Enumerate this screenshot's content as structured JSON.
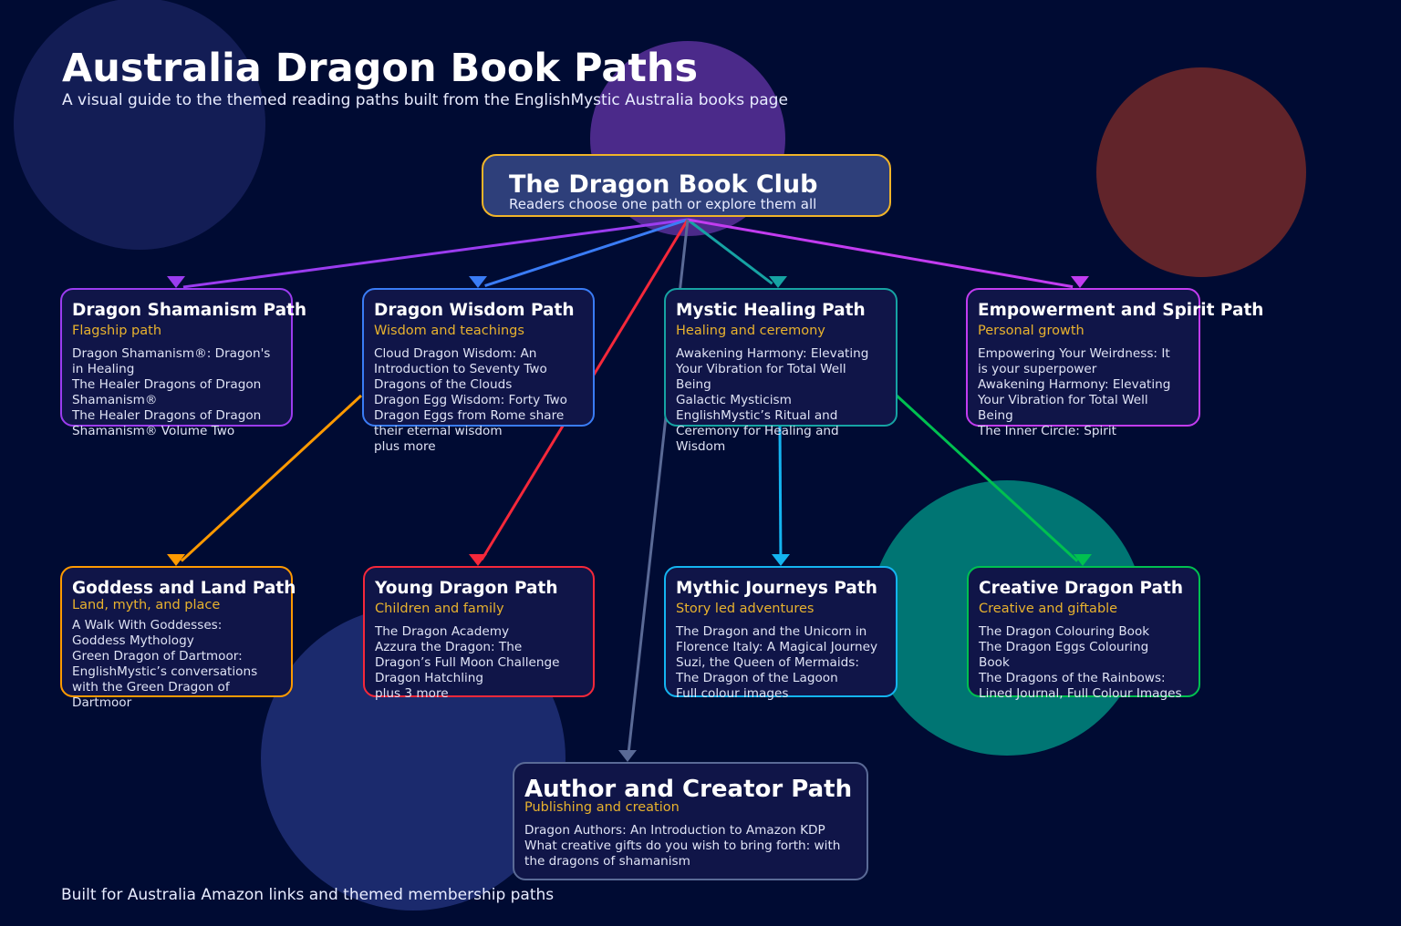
{
  "title": "Australia Dragon Book Paths",
  "subtitle": "A visual guide to the themed reading paths built from the EnglishMystic Australia books page",
  "footer": "Built for Australia Amazon links and themed membership paths",
  "root": {
    "title": "The Dragon Book Club",
    "subtitle": "Readers choose one path or explore them all",
    "color": "#f0b429"
  },
  "nodes": [
    {
      "id": "shamanism",
      "title": "Dragon Shamanism Path",
      "subtitle": "Flagship path",
      "color": "#9b3cf0",
      "items": [
        "Dragon Shamanism®: Dragon's\nin Healing",
        "The Healer Dragons of Dragon\nShamanism®",
        "The Healer Dragons of Dragon\nShamanism® Volume Two"
      ]
    },
    {
      "id": "wisdom",
      "title": "Dragon Wisdom Path",
      "subtitle": "Wisdom and teachings",
      "color": "#3a7cf5",
      "items": [
        "Cloud Dragon Wisdom: An\nIntroduction to Seventy Two\nDragons of the Clouds",
        "Dragon Egg Wisdom: Forty Two\nDragon Eggs from Rome share\ntheir eternal wisdom",
        "plus more"
      ]
    },
    {
      "id": "healing",
      "title": "Mystic Healing Path",
      "subtitle": "Healing and ceremony",
      "color": "#16a3a3",
      "items": [
        "Awakening Harmony: Elevating\nYour Vibration for Total Well\nBeing",
        "Galactic Mysticism",
        "EnglishMystic’s Ritual and\nCeremony for Healing and\nWisdom"
      ]
    },
    {
      "id": "empowerment",
      "title": "Empowerment and Spirit Path",
      "subtitle": "Personal growth",
      "color": "#c23cf0",
      "items": [
        "Empowering Your Weirdness: It\nis your superpower",
        "Awakening Harmony: Elevating\nYour Vibration for Total Well\nBeing",
        "The Inner Circle: Spirit"
      ]
    },
    {
      "id": "goddess",
      "title": "Goddess and Land Path",
      "subtitle": "Land, myth, and place",
      "color": "#ff9a00",
      "items": [
        "A Walk With Goddesses:\nGoddess Mythology",
        "Green Dragon of Dartmoor:\nEnglishMystic’s conversations\nwith the Green Dragon of\nDartmoor"
      ]
    },
    {
      "id": "young",
      "title": "Young Dragon Path",
      "subtitle": "Children and family",
      "color": "#f5283a",
      "items": [
        "The Dragon Academy",
        "Azzura the Dragon: The\nDragon’s Full Moon Challenge",
        "Dragon Hatchling",
        "plus 3 more"
      ]
    },
    {
      "id": "mythic",
      "title": "Mythic Journeys Path",
      "subtitle": "Story led adventures",
      "color": "#14b4f0",
      "items": [
        "The Dragon and the Unicorn in\nFlorence Italy: A Magical Journey",
        "Suzi, the Queen of Mermaids:\nThe Dragon of the Lagoon",
        "Full colour images"
      ]
    },
    {
      "id": "creative",
      "title": "Creative Dragon Path",
      "subtitle": "Creative and giftable",
      "color": "#00c050",
      "items": [
        "The Dragon Colouring Book",
        "The Dragon Eggs Colouring\nBook",
        "The Dragons of the Rainbows:\nLined Journal, Full Colour Images"
      ]
    },
    {
      "id": "author",
      "title": "Author and Creator Path",
      "subtitle": "Publishing and creation",
      "color": "#5a6a96",
      "items": [
        "Dragon Authors: An Introduction to Amazon KDP",
        "What creative gifts do you wish to bring forth: with\nthe dragons of shamanism"
      ]
    }
  ]
}
